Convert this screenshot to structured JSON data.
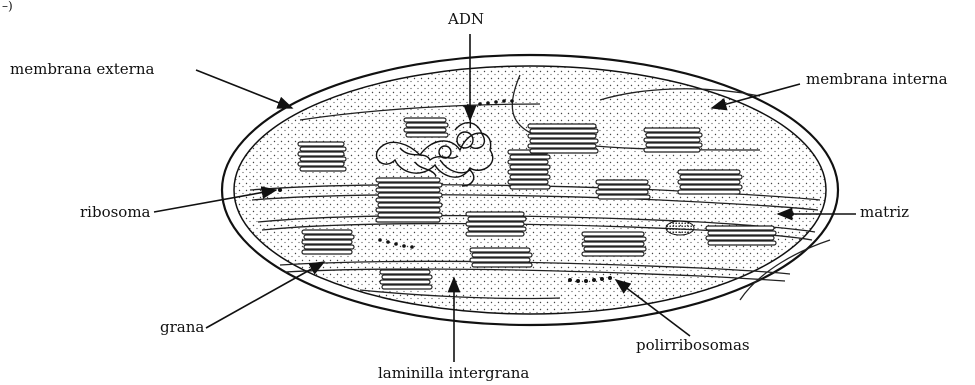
{
  "diagram": {
    "corner_mark": "–)",
    "labels": {
      "adn": "ADN",
      "membrana_externa": "membrana externa",
      "membrana_interna": "membrana interna",
      "ribosoma": "ribosoma",
      "matriz": "matriz",
      "grana": "grana",
      "polirribosomas": "polirribosomas",
      "laminilla_intergrana": "laminilla intergrana"
    }
  }
}
